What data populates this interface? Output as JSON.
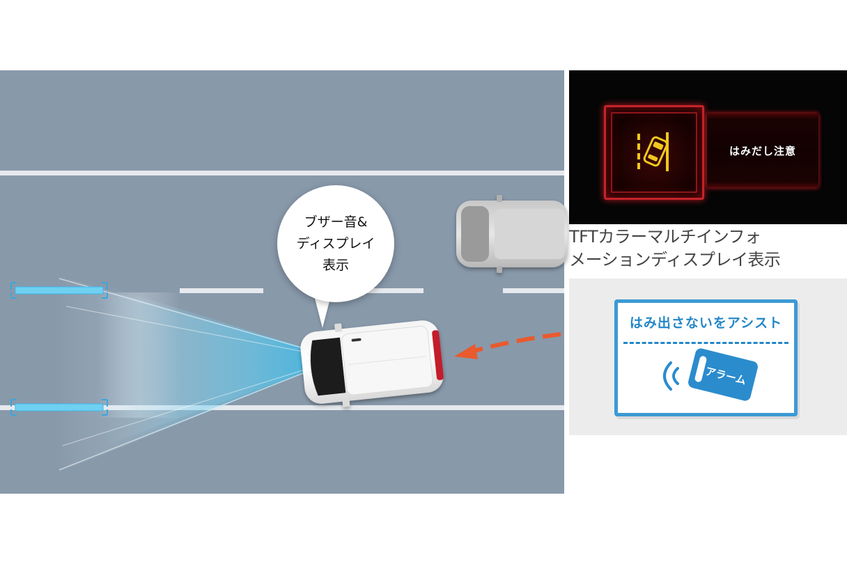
{
  "bubble": {
    "lines": [
      "ブザー音&",
      "ディスプレイ",
      "表示"
    ]
  },
  "tft_display": {
    "message": "はみだし注意",
    "icon": "lane-departure-car-icon",
    "warning_color": "#c3242b",
    "icon_color": "#f2c81c"
  },
  "caption": {
    "lines": [
      "TFTカラーマルチインフォ",
      "メーションディスプレイ表示"
    ]
  },
  "assist_sign": {
    "title": "はみ出さないをアシスト",
    "car_label": "アラーム",
    "accent_color": "#2487c8"
  },
  "colors": {
    "road": "#8899aa",
    "lane_line": "#e6e9ee",
    "camera_beam": "#54c4ec",
    "arrow": "#e95a2e"
  }
}
